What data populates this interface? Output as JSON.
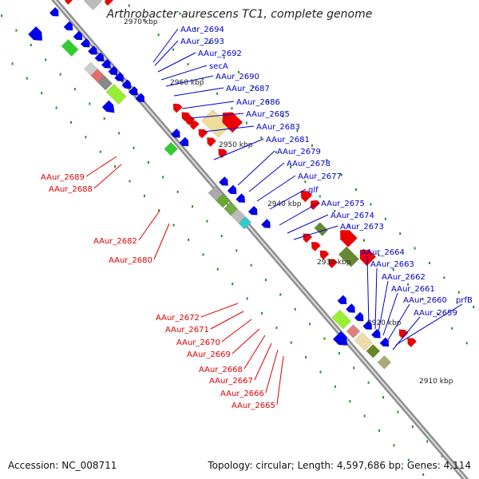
{
  "title": "Arthrobacter aurescens TC1, complete genome",
  "accession_text": "Accession: NC_008711",
  "topology_text": "Topology: circular; Length: 4,597,686 bp; Genes: 4,114",
  "colors": {
    "backbone": "#8f8f8f",
    "forward_label": "#0000cc",
    "reverse_label": "#dd0000",
    "forward_feature": "#0000ee",
    "reverse_feature": "#ee0000",
    "tick": "#2a8a2a"
  },
  "scale_labels": [
    "2970 kbp",
    "2960 kbp",
    "2950 kbp",
    "2940 kbp",
    "2930 kbp",
    "2920 kbp",
    "2910 kbp"
  ],
  "forward_genes_top": [
    "AAur_2694",
    "AAur_2693",
    "AAur_2692",
    "secA",
    "AAur_2690",
    "AAur_2687",
    "AAur_2686",
    "AAur_2685",
    "AAur_2683",
    "AAur_2681",
    "AAur_2679",
    "AAur_2678",
    "AAur_2677",
    "glf",
    "AAur_2675",
    "AAur_2674",
    "AAur_2673"
  ],
  "forward_genes_bottom": [
    "AAur_2664",
    "AAur_2663",
    "AAur_2662",
    "AAur_2661",
    "AAur_2660",
    "prfB",
    "AAur_2659"
  ],
  "reverse_genes_top": [
    "AAur_2689",
    "AAur_2688",
    "AAur_2682",
    "AAur_2680"
  ],
  "reverse_genes_bottom": [
    "AAur_2672",
    "AAur_2671",
    "AAur_2670",
    "AAur_2669",
    "AAur_2668",
    "AAur_2667",
    "AAur_2666",
    "AAur_2665"
  ]
}
